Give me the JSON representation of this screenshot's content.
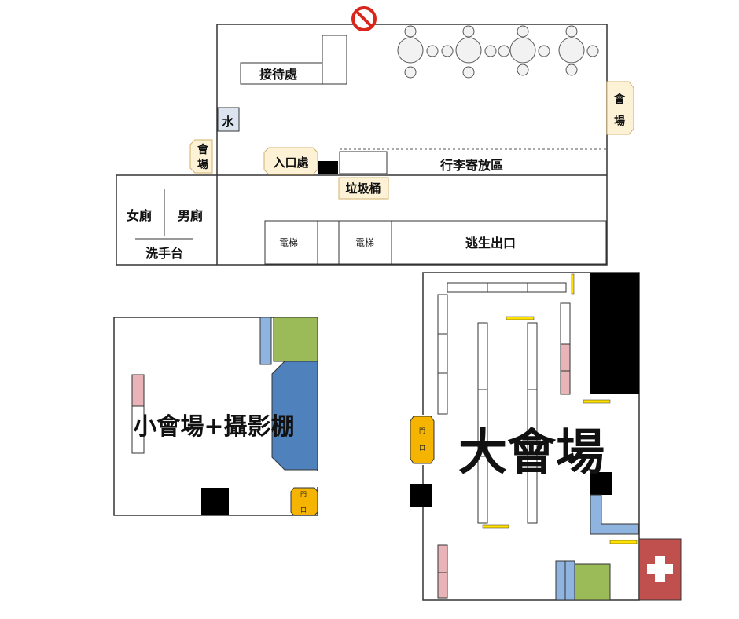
{
  "top_floor": {
    "reception": "接待處",
    "water": "水",
    "venue_left": "會\n場",
    "venue_right": "會\n場",
    "entrance": "入口處",
    "trash": "垃圾桶",
    "luggage": "行李寄放區",
    "women_restroom": "女廁",
    "men_restroom": "男廁",
    "sinks": "洗手台",
    "elevator_1": "電梯",
    "elevator_2": "電梯",
    "emergency_exit": "逃生出口"
  },
  "small_hall": {
    "title": "小會場+攝影棚",
    "door": "門\n口"
  },
  "big_hall": {
    "title": "大會場",
    "door": "門\n口"
  },
  "colors": {
    "venue_tag": "#fdf2d6",
    "venue_tag_border": "#d4b06a",
    "water_box": "#dce4f0",
    "door": "#f5b400",
    "pink": "#e8b4b8",
    "light_blue": "#8fb4e0",
    "green": "#9bbb59",
    "stage_blue": "#4f81bd",
    "black": "#000000",
    "first_aid": "#c0504d",
    "yellow_bar": "#ffe000",
    "no_sign": "#d9261c"
  }
}
